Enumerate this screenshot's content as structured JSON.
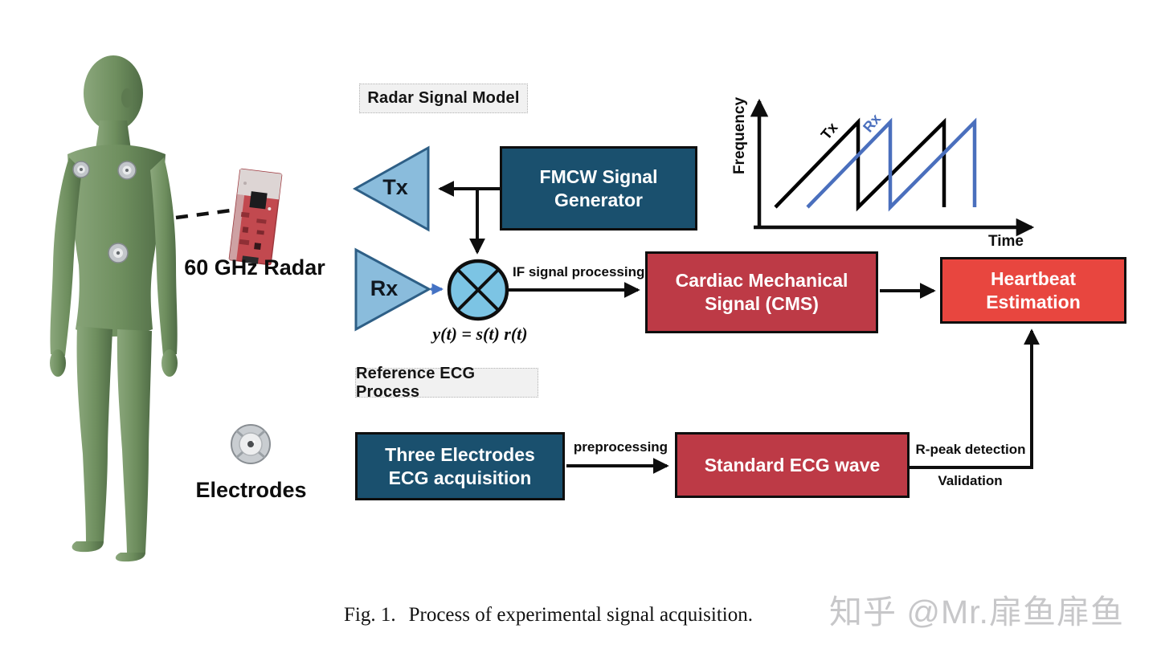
{
  "caption": {
    "prefix": "Fig. 1.",
    "text": "Process of experimental signal acquisition."
  },
  "watermark": {
    "text": "知乎 @Mr.扉鱼扉鱼",
    "color": "#c7c7c9"
  },
  "scene": {
    "radar_label": "60 GHz Radar",
    "electrodes_label": "Electrodes",
    "icons": [
      "human-body-figure",
      "radar-chip-icon",
      "electrode-disc-icon",
      "body-electrode-patches"
    ]
  },
  "radar_model": {
    "section_title": "Radar Signal Model",
    "tx_amp": "Tx",
    "rx_amp": "Rx",
    "fmcw_line1": "FMCW Signal",
    "fmcw_line2": "Generator",
    "mixer_formula": "y(t) = s(t) r(t)",
    "if_label": "IF signal processing",
    "cms_line1": "Cardiac Mechanical",
    "cms_line2": "Signal (CMS)",
    "heartbeat_line1": "Heartbeat",
    "heartbeat_line2": "Estimation"
  },
  "ecg_process": {
    "section_title": "Reference ECG Process",
    "acq_line1": "Three Electrodes",
    "acq_line2": "ECG acquisition",
    "preprocessing_label": "preprocessing",
    "wave_box": "Standard ECG wave",
    "rpeak_label": "R-peak detection",
    "validation_label": "Validation"
  },
  "chirp_chart": {
    "ylabel": "Frequency",
    "xlabel": "Time",
    "tx_series": "Tx",
    "rx_series": "Rx"
  },
  "chart_data": {
    "type": "line",
    "title": "FMCW chirp frequency vs. time (inset sketch)",
    "xlabel": "Time",
    "ylabel": "Frequency",
    "grid": false,
    "legend_position": "inline-labels",
    "series": [
      {
        "name": "Tx",
        "color": "#000000",
        "x": [
          0,
          1,
          1,
          2,
          2
        ],
        "y": [
          0,
          1,
          0,
          1,
          0
        ]
      },
      {
        "name": "Rx",
        "color": "#4a6fbd",
        "x": [
          0.38,
          1.38,
          1.38,
          2.38,
          2.38
        ],
        "y": [
          0,
          1,
          0,
          1,
          0
        ]
      }
    ],
    "note": "two identical sawtooth chirp trains; Rx delayed by ~0.38 of a chirp period"
  },
  "colors": {
    "dark_blue_box": "#1a506e",
    "dark_red_box": "#bd3a46",
    "bright_red_box": "#e8463f",
    "amp_fill": "#8abcdc",
    "amp_stroke": "#2e5f86",
    "mixer_fill": "#7cc4e4",
    "chirp_rx_blue": "#4a6fbd",
    "rx_arrow_blue": "#4472c4",
    "section_tag_bg": "#f1f1f1",
    "body_green": "#6e8e5e",
    "watermark_gray": "#c7c7c9"
  }
}
